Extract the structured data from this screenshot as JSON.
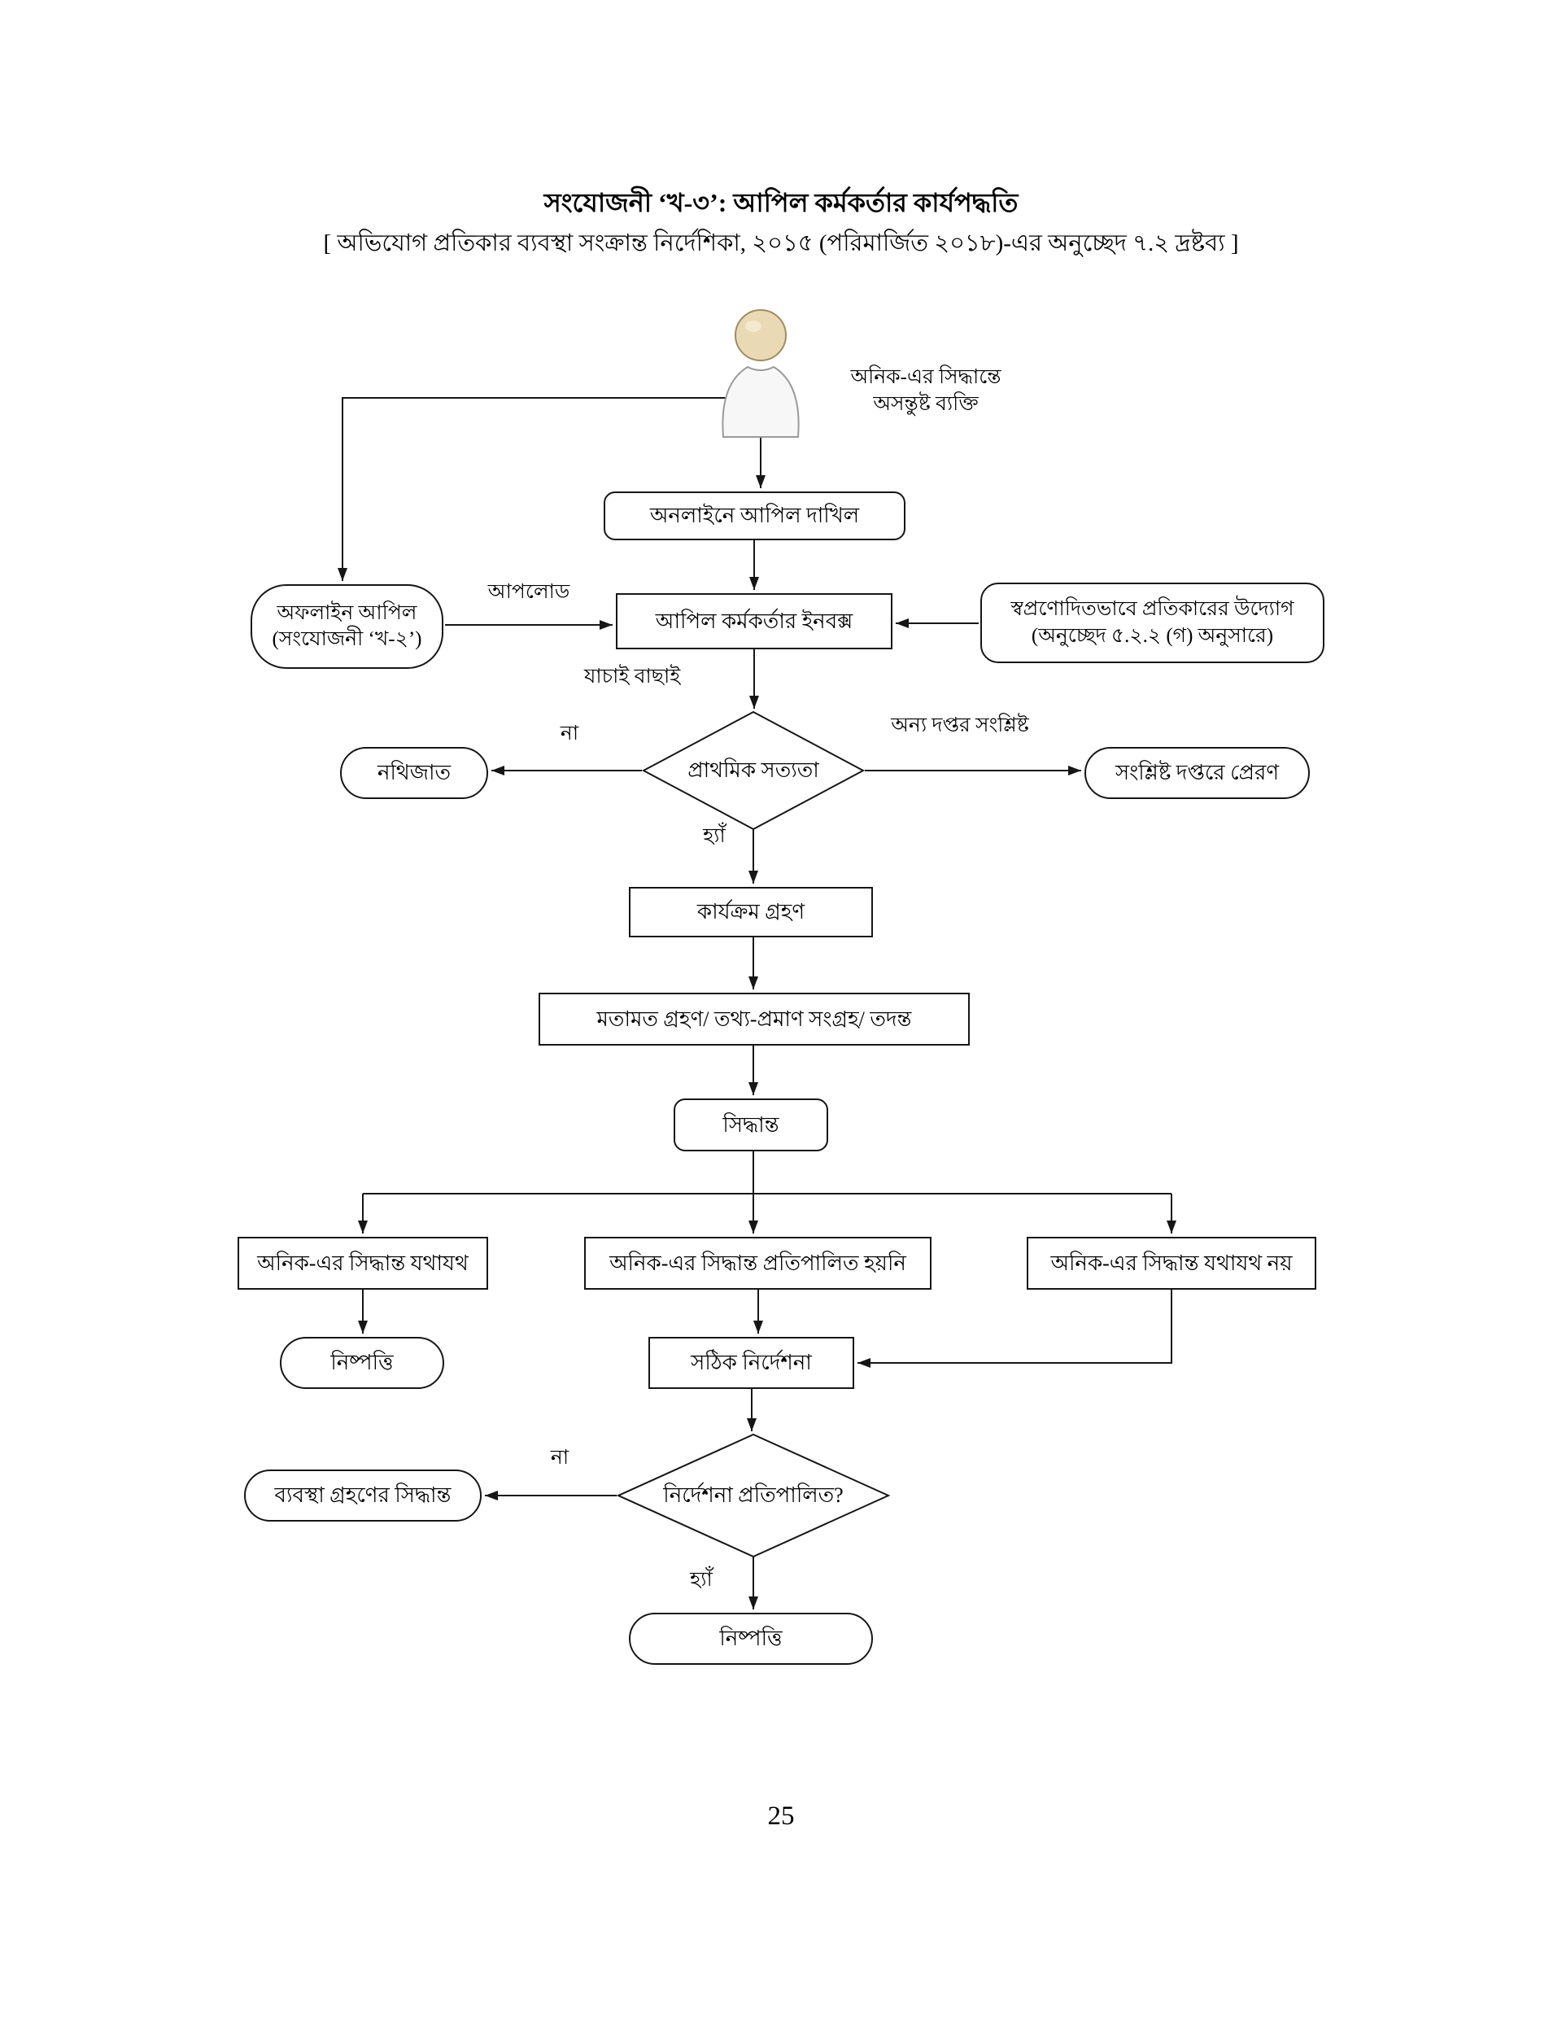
{
  "page": {
    "title": "সংযোজনী ‘খ-৩’: আপিল কর্মকর্তার কার্যপদ্ধতি",
    "subtitle": "[ অভিযোগ প্রতিকার ব্যবস্থা সংক্রান্ত নির্দেশিকা, ২০১৫ (পরিমার্জিত ২০১৮)-এর অনুচ্ছেদ ৭.২ দ্রষ্টব্য ]",
    "page_number": "25"
  },
  "flowchart": {
    "actor": {
      "caption": "অনিক-এর সিদ্ধান্তে\nঅসন্তুষ্ট ব্যক্তি"
    },
    "nodes": {
      "online_appeal": "অনলাইনে আপিল দাখিল",
      "offline_appeal": "অফলাইন আপিল\n(সংযোজনী ‘খ-২’)",
      "appeal_inbox": "আপিল কর্মকর্তার ইনবক্স",
      "suo_moto": "স্বপ্রণোদিতভাবে প্রতিকারের উদ্যোগ\n(অনুচ্ছেদ ৫.২.২ (গ) অনুসারে)",
      "primary_verification": "প্রাথমিক সত্যতা",
      "filed": "নথিজাত",
      "forward_office": "সংশ্লিষ্ট দপ্তরে প্রেরণ",
      "take_action": "কার্যক্রম গ্রহণ",
      "evidence": "মতামত গ্রহণ/ তথ্য-প্রমাণ সংগ্রহ/ তদন্ত",
      "decision": "সিদ্ধান্ত",
      "decision_proper": "অনিক-এর সিদ্ধান্ত যথাযথ",
      "decision_not_complied": "অনিক-এর সিদ্ধান্ত প্রতিপালিত হয়নি",
      "decision_not_proper": "অনিক-এর সিদ্ধান্ত যথাযথ নয়",
      "settlement_1": "নিষ্পত্তি",
      "correct_instruction": "সঠিক নির্দেশনা",
      "instruction_complied": "নির্দেশনা প্রতিপালিত?",
      "action_decision": "ব্যবস্থা গ্রহণের সিদ্ধান্ত",
      "settlement_2": "নিষ্পত্তি"
    },
    "edge_labels": {
      "upload": "আপলোড",
      "verify": "যাচাই বাছাই",
      "no_1": "না",
      "other_office": "অন্য দপ্তর সংশ্লিষ্ট",
      "yes_1": "হ্যাঁ",
      "no_2": "না",
      "yes_2": "হ্যাঁ"
    },
    "colors": {
      "line": "#161616",
      "head_fill": "#ead9b5",
      "body_fill": "#f7f7f7"
    }
  }
}
